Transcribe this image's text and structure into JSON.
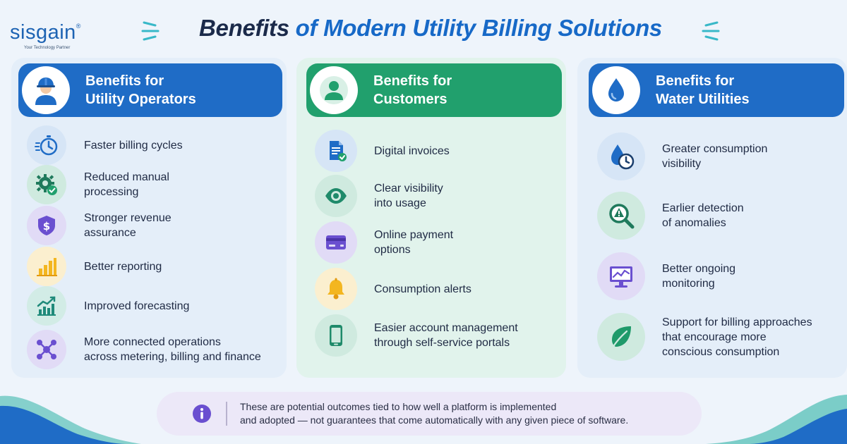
{
  "brand": {
    "name": "sisgain",
    "mark": "®",
    "tagline": "Your Technology Partner"
  },
  "title": {
    "part1": "Benefits",
    "part2": "of",
    "part3": "Modern Utility Billing Solutions"
  },
  "colors": {
    "navy": "#1b2a4a",
    "blue": "#1f6cc6",
    "green": "#21a06d",
    "purple": "#6a4fd0",
    "yellow": "#f3b620"
  },
  "columns": [
    {
      "header": [
        "Benefits for",
        "Utility Operators"
      ],
      "icon": "worker-icon",
      "items": [
        {
          "icon": "stopwatch-icon",
          "lines": [
            "Faster billing cycles"
          ]
        },
        {
          "icon": "gear-check-icon",
          "lines": [
            "Reduced manual",
            "processing"
          ]
        },
        {
          "icon": "shield-dollar-icon",
          "lines": [
            "Stronger revenue",
            "assurance"
          ]
        },
        {
          "icon": "bar-chart-icon",
          "lines": [
            "Better reporting"
          ]
        },
        {
          "icon": "trend-chart-icon",
          "lines": [
            "Improved forecasting"
          ]
        },
        {
          "icon": "network-icon",
          "lines": [
            "More connected operations",
            "across metering, billing and finance"
          ]
        }
      ]
    },
    {
      "header": [
        "Benefits for",
        "Customers"
      ],
      "icon": "user-icon",
      "items": [
        {
          "icon": "invoice-icon",
          "lines": [
            "Digital invoices"
          ]
        },
        {
          "icon": "eye-icon",
          "lines": [
            "Clear visibility",
            "into usage"
          ]
        },
        {
          "icon": "credit-card-icon",
          "lines": [
            "Online payment",
            "options"
          ]
        },
        {
          "icon": "bell-icon",
          "lines": [
            "Consumption alerts"
          ]
        },
        {
          "icon": "smartphone-icon",
          "lines": [
            "Easier account management",
            "through self-service portals"
          ]
        }
      ]
    },
    {
      "header": [
        "Benefits for",
        "Water Utilities"
      ],
      "icon": "water-drop-icon",
      "items": [
        {
          "icon": "drop-clock-icon",
          "lines": [
            "Greater consumption",
            "visibility"
          ]
        },
        {
          "icon": "magnifier-alert-icon",
          "lines": [
            "Earlier detection",
            "of anomalies"
          ]
        },
        {
          "icon": "monitor-chart-icon",
          "lines": [
            "Better ongoing",
            "monitoring"
          ]
        },
        {
          "icon": "leaf-icon",
          "lines": [
            "Support for billing approaches",
            "that encourage more",
            "conscious consumption"
          ]
        }
      ]
    }
  ],
  "note": {
    "icon": "info-icon",
    "lines": [
      "These are potential outcomes tied to how well a platform is implemented",
      "and adopted — not guarantees that come automatically with any given piece of software."
    ]
  }
}
